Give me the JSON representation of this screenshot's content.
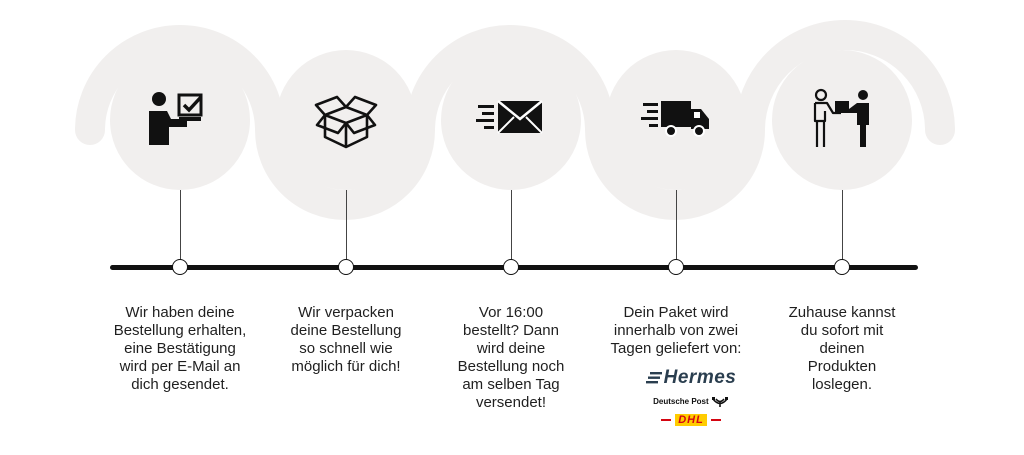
{
  "steps": [
    {
      "icon": "person-checklist-icon",
      "caption": "Wir haben deine\nBestellung erhalten,\neine Bestätigung\nwird per E-Mail an\ndich gesendet."
    },
    {
      "icon": "open-box-icon",
      "caption": "Wir verpacken\ndeine Bestellung\nso schnell wie\nmöglich für dich!"
    },
    {
      "icon": "envelope-icon",
      "caption": "Vor 16:00\nbestellt? Dann\nwird deine\nBestellung noch\nam selben Tag\nversendet!"
    },
    {
      "icon": "delivery-truck-icon",
      "caption": "Dein Paket wird\ninnerhalb von zwei\nTagen geliefert von:"
    },
    {
      "icon": "package-handover-icon",
      "caption": "Zuhause kannst\ndu sofort mit\ndeinen\nProdukten\nloslegen."
    }
  ],
  "carriers": {
    "hermes": "Hermes",
    "deutsche_post": "Deutsche Post",
    "dhl": "DHL"
  },
  "colors": {
    "circle": "#f1efee",
    "line": "#111111",
    "text": "#1f1f1f",
    "hermes": "#2a3e4f",
    "dhl_red": "#d40511",
    "dhl_yellow": "#ffcc00"
  }
}
